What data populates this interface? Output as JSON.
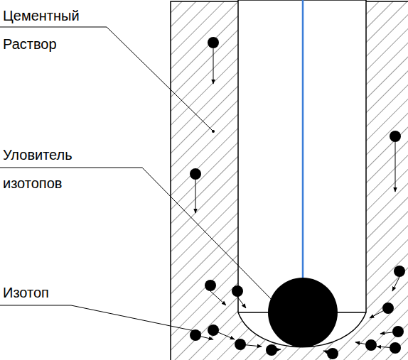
{
  "diagram": {
    "labels": [
      "Цементный Раствор",
      "Уловитель изотопов",
      "Изотоп"
    ]
  }
}
